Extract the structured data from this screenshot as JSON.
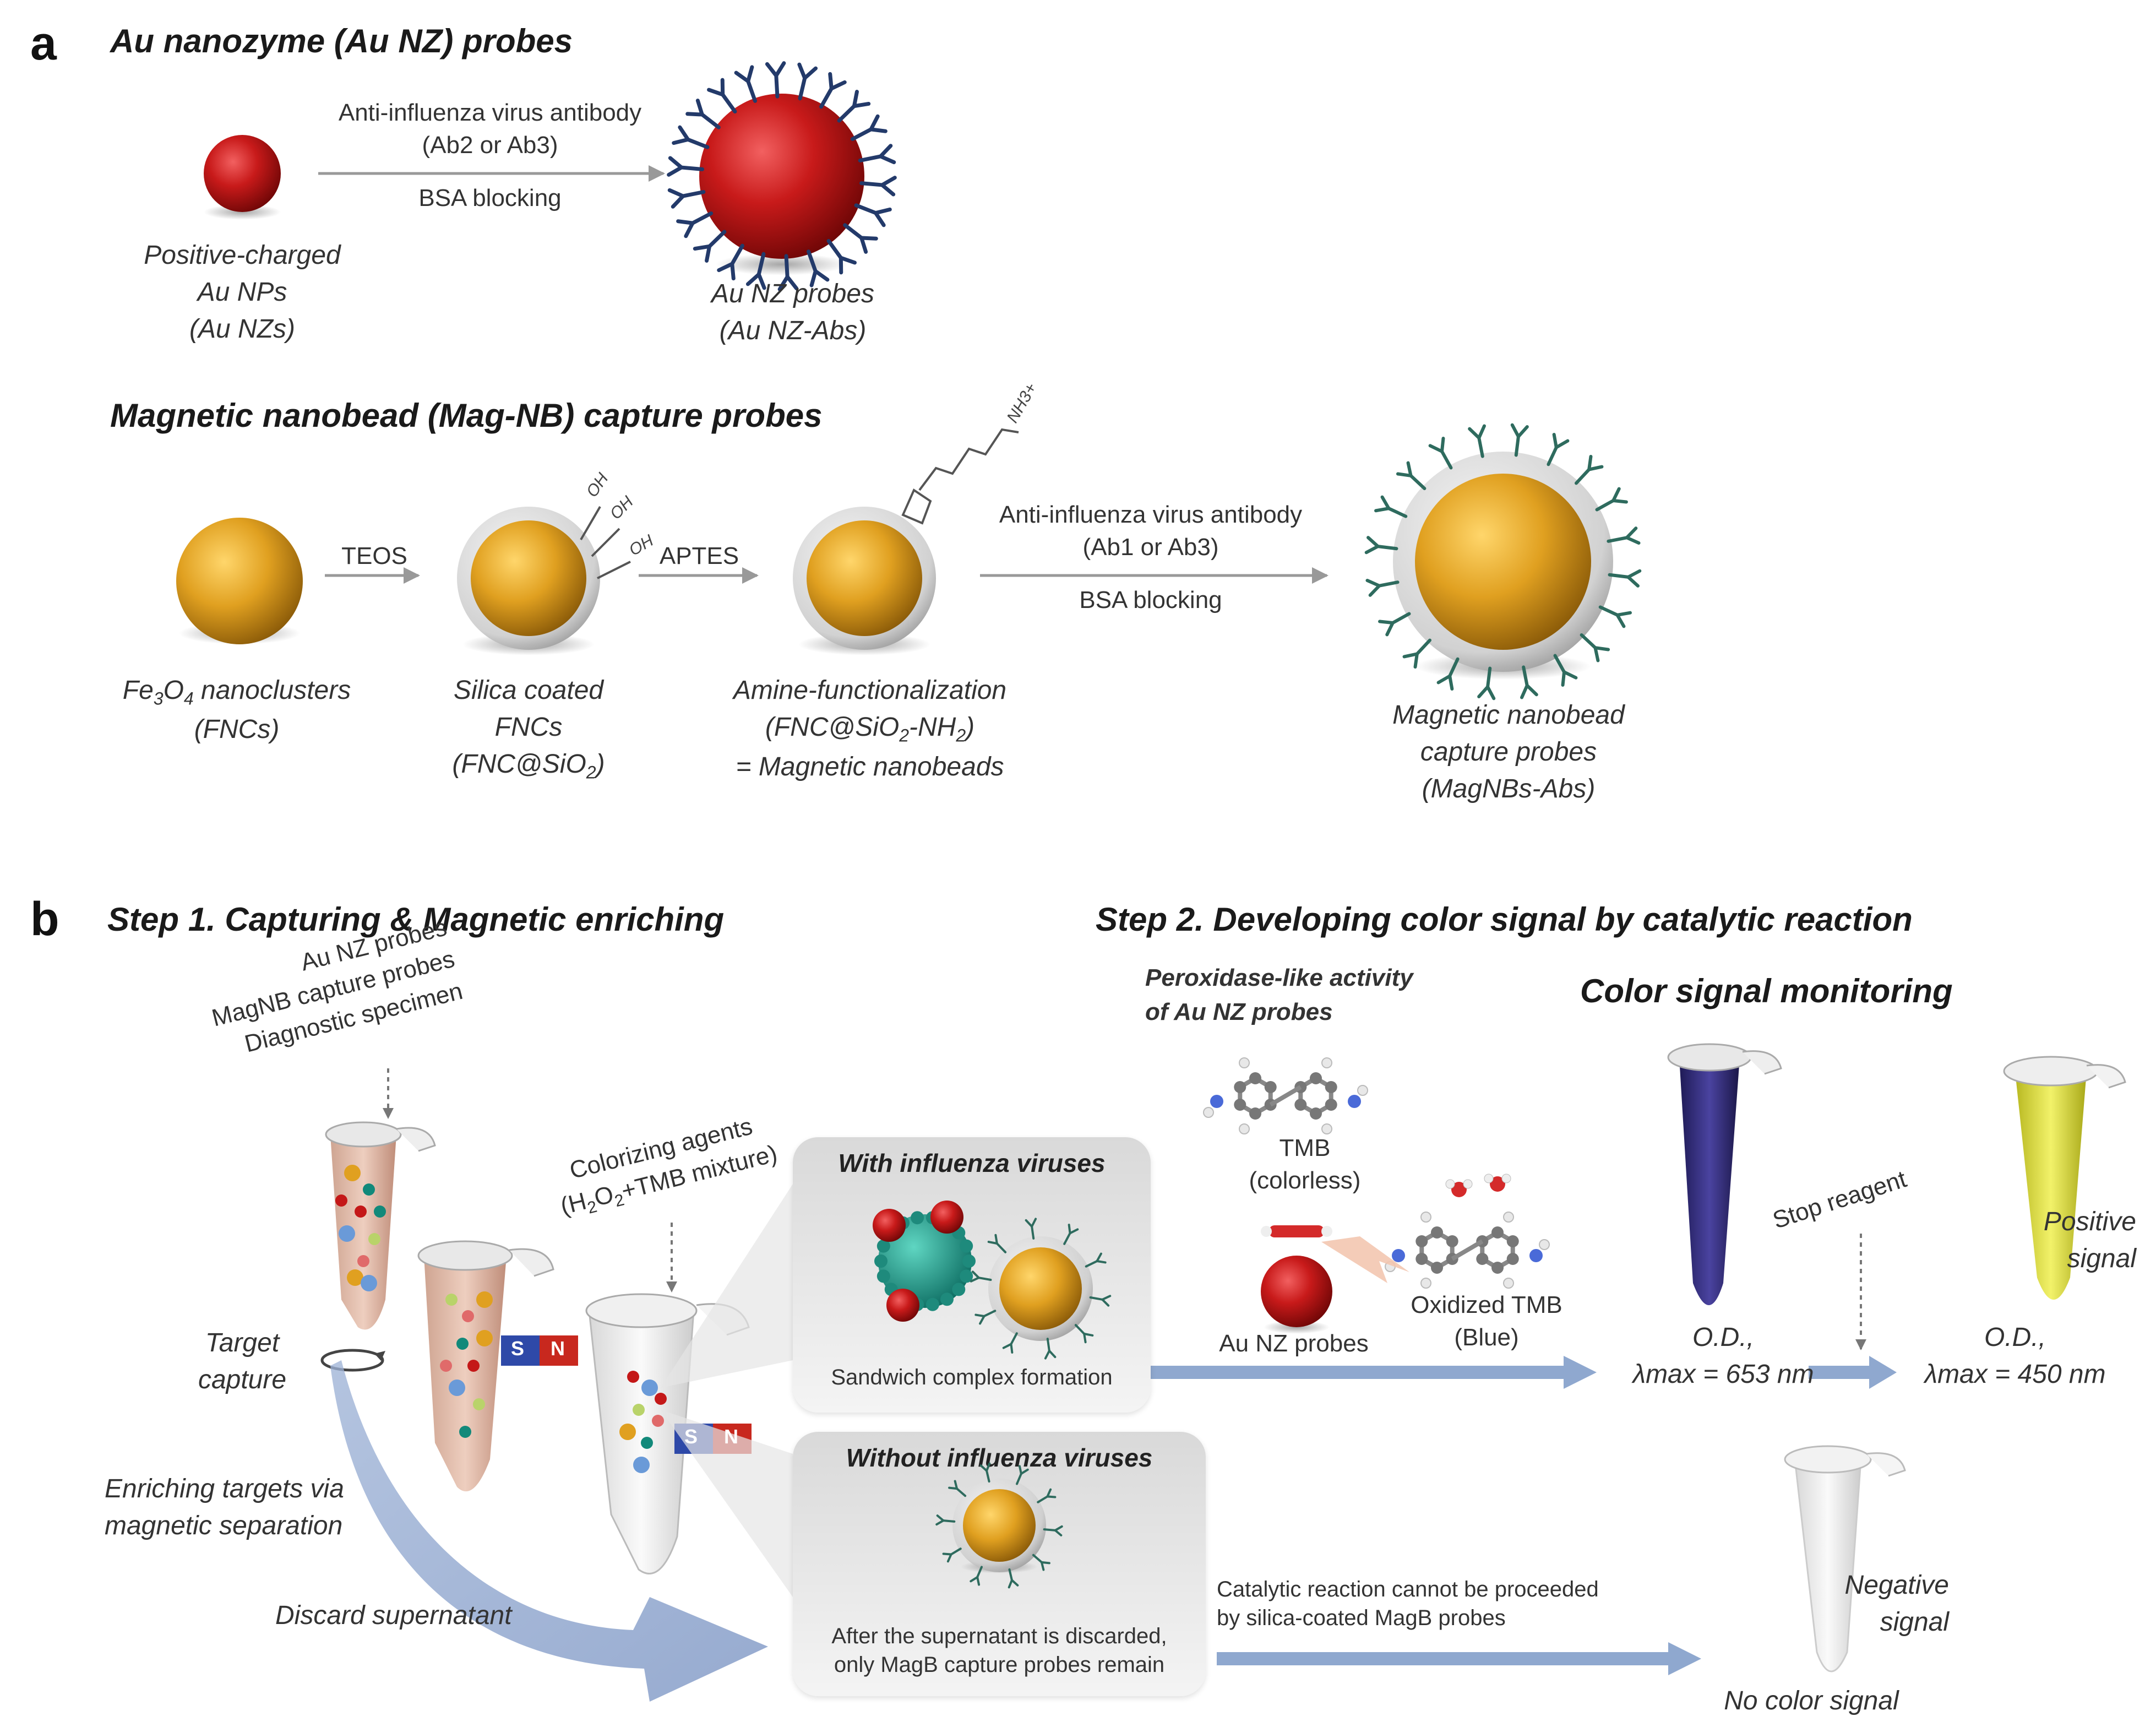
{
  "panel_a": {
    "letter": "a",
    "au_title": "Au nanozyme (Au NZ) probes",
    "au_arrow_top_line1": "Anti-influenza virus antibody",
    "au_arrow_top_line2": "(Ab2 or Ab3)",
    "au_arrow_bottom": "BSA blocking",
    "au_np_label_line1": "Positive-charged",
    "au_np_label_line2": "Au NPs",
    "au_np_label_line3": "(Au NZs)",
    "au_probe_label_line1": "Au NZ probes",
    "au_probe_label_line2": "(Au NZ-Abs)",
    "mag_title": "Magnetic nanobead (Mag-NB) capture probes",
    "teos": "TEOS",
    "aptes": "APTES",
    "mag_arrow_top_line1": "Anti-influenza virus antibody",
    "mag_arrow_top_line2": "(Ab1 or Ab3)",
    "mag_arrow_bottom": "BSA blocking",
    "oh_label": "OH",
    "nh3_label": "NH3+",
    "fnc_label_line1": "Fe3O4 nanoclusters",
    "fnc_label_line2": "(FNCs)",
    "silica_label_line1": "Silica coated",
    "silica_label_line2": "FNCs",
    "silica_label_line3": "(FNC@SiO2)",
    "amine_label_line1": "Amine-functionalization",
    "amine_label_line2": "(FNC@SiO2-NH2)",
    "amine_label_line3": "= Magnetic nanobeads",
    "magnb_label_line1": "Magnetic nanobead",
    "magnb_label_line2": "capture probes",
    "magnb_label_line3": "(MagNBs-Abs)"
  },
  "panel_b": {
    "letter": "b",
    "step1_title": "Step 1. Capturing & Magnetic enriching",
    "step2_title": "Step 2. Developing color signal by catalytic reaction",
    "inputs_line1": "Au NZ probes",
    "inputs_line2": "MagNB capture probes",
    "inputs_line3": "Diagnostic specimen",
    "colorizing_line1": "Colorizing agents",
    "colorizing_line2": "(H2O2+TMB mixture)",
    "target_capture_line1": "Target",
    "target_capture_line2": "capture",
    "enriching_line1": "Enriching targets via",
    "enriching_line2": "magnetic separation",
    "discard": "Discard supernatant",
    "with_title": "With influenza viruses",
    "with_caption": "Sandwich complex formation",
    "without_title": "Without influenza viruses",
    "without_caption_line1": "After the supernatant is discarded,",
    "without_caption_line2": "only MagB capture probes remain",
    "peroxidase_line1": "Peroxidase-like activity",
    "peroxidase_line2": "of Au NZ probes",
    "tmb_line1": "TMB",
    "tmb_line2": "(colorless)",
    "au_nz_probes": "Au NZ probes",
    "oxidized_line1": "Oxidized TMB",
    "oxidized_line2": "(Blue)",
    "color_monitor_title": "Color signal monitoring",
    "od1_line1": "O.D.,",
    "od1_line2": "λmax = 653 nm",
    "stop_reagent": "Stop reagent",
    "od2_line1": "O.D.,",
    "od2_line2": "λmax = 450 nm",
    "positive_line1": "Positive",
    "positive_line2": "signal",
    "catalytic_line1": "Catalytic reaction cannot be proceeded",
    "catalytic_line2": "by silica-coated MagB probes",
    "negative_line1": "Negative",
    "negative_line2": "signal",
    "no_color": "No color signal",
    "magnet_s": "S",
    "magnet_n": "N"
  },
  "colors": {
    "gold_particle": "#e0a020",
    "red_particle": "#c41818",
    "antibody_blue": "#233a6a",
    "antibody_green": "#2e6b5e",
    "arrow_blue": "#8fa8cf",
    "blue_solution": "#2b2570",
    "yellow_solution": "#d8d840"
  }
}
